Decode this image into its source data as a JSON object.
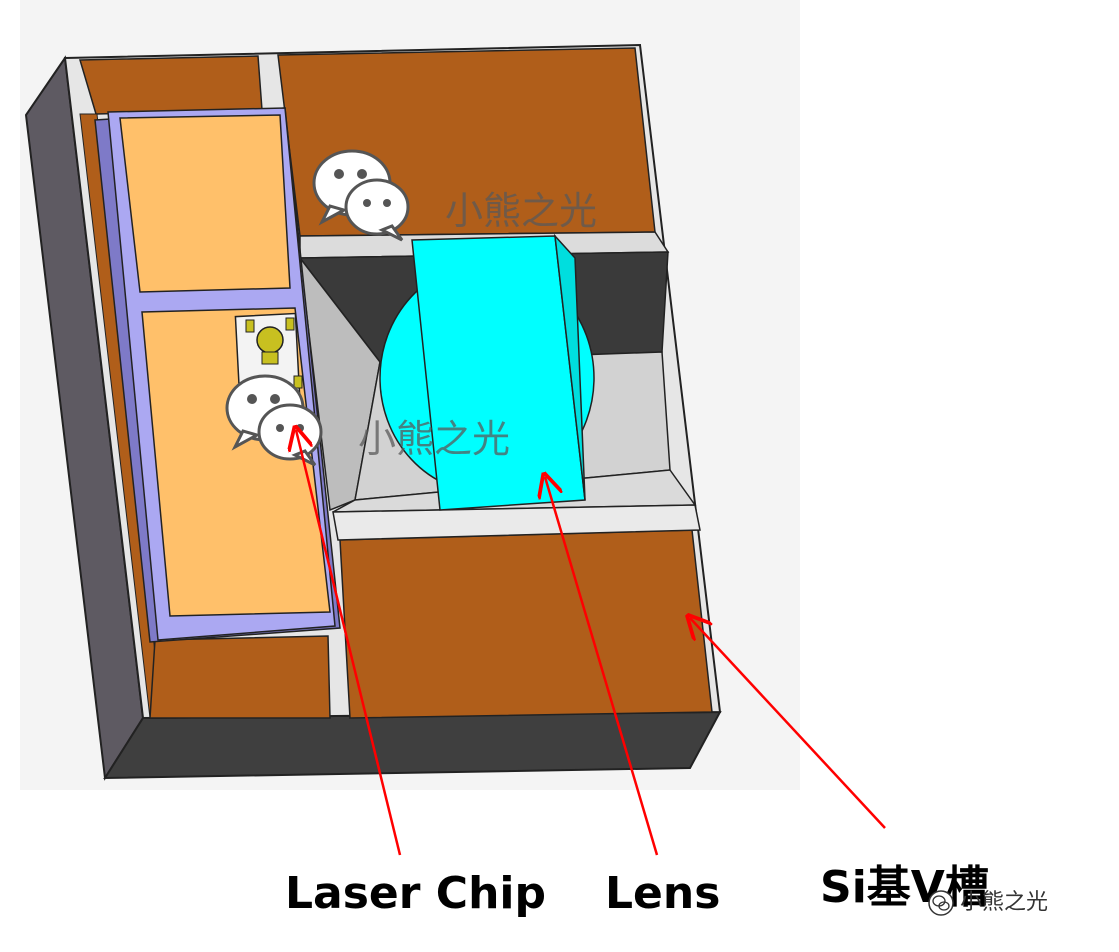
{
  "labels": {
    "laser_chip": "Laser Chip",
    "lens": "Lens",
    "si_v_groove": "Si基V槽"
  },
  "watermark": {
    "text": "小熊之光",
    "footer_text": "小熊之光"
  },
  "colors": {
    "copper": "#b05e1a",
    "chip_fill": "#ffc06a",
    "chip_frame": "#9a98ee",
    "lens": "#00ffff",
    "base_side": "#5e5a62",
    "groove_dark": "#3a3a3a",
    "arrow": "#ff0000"
  }
}
